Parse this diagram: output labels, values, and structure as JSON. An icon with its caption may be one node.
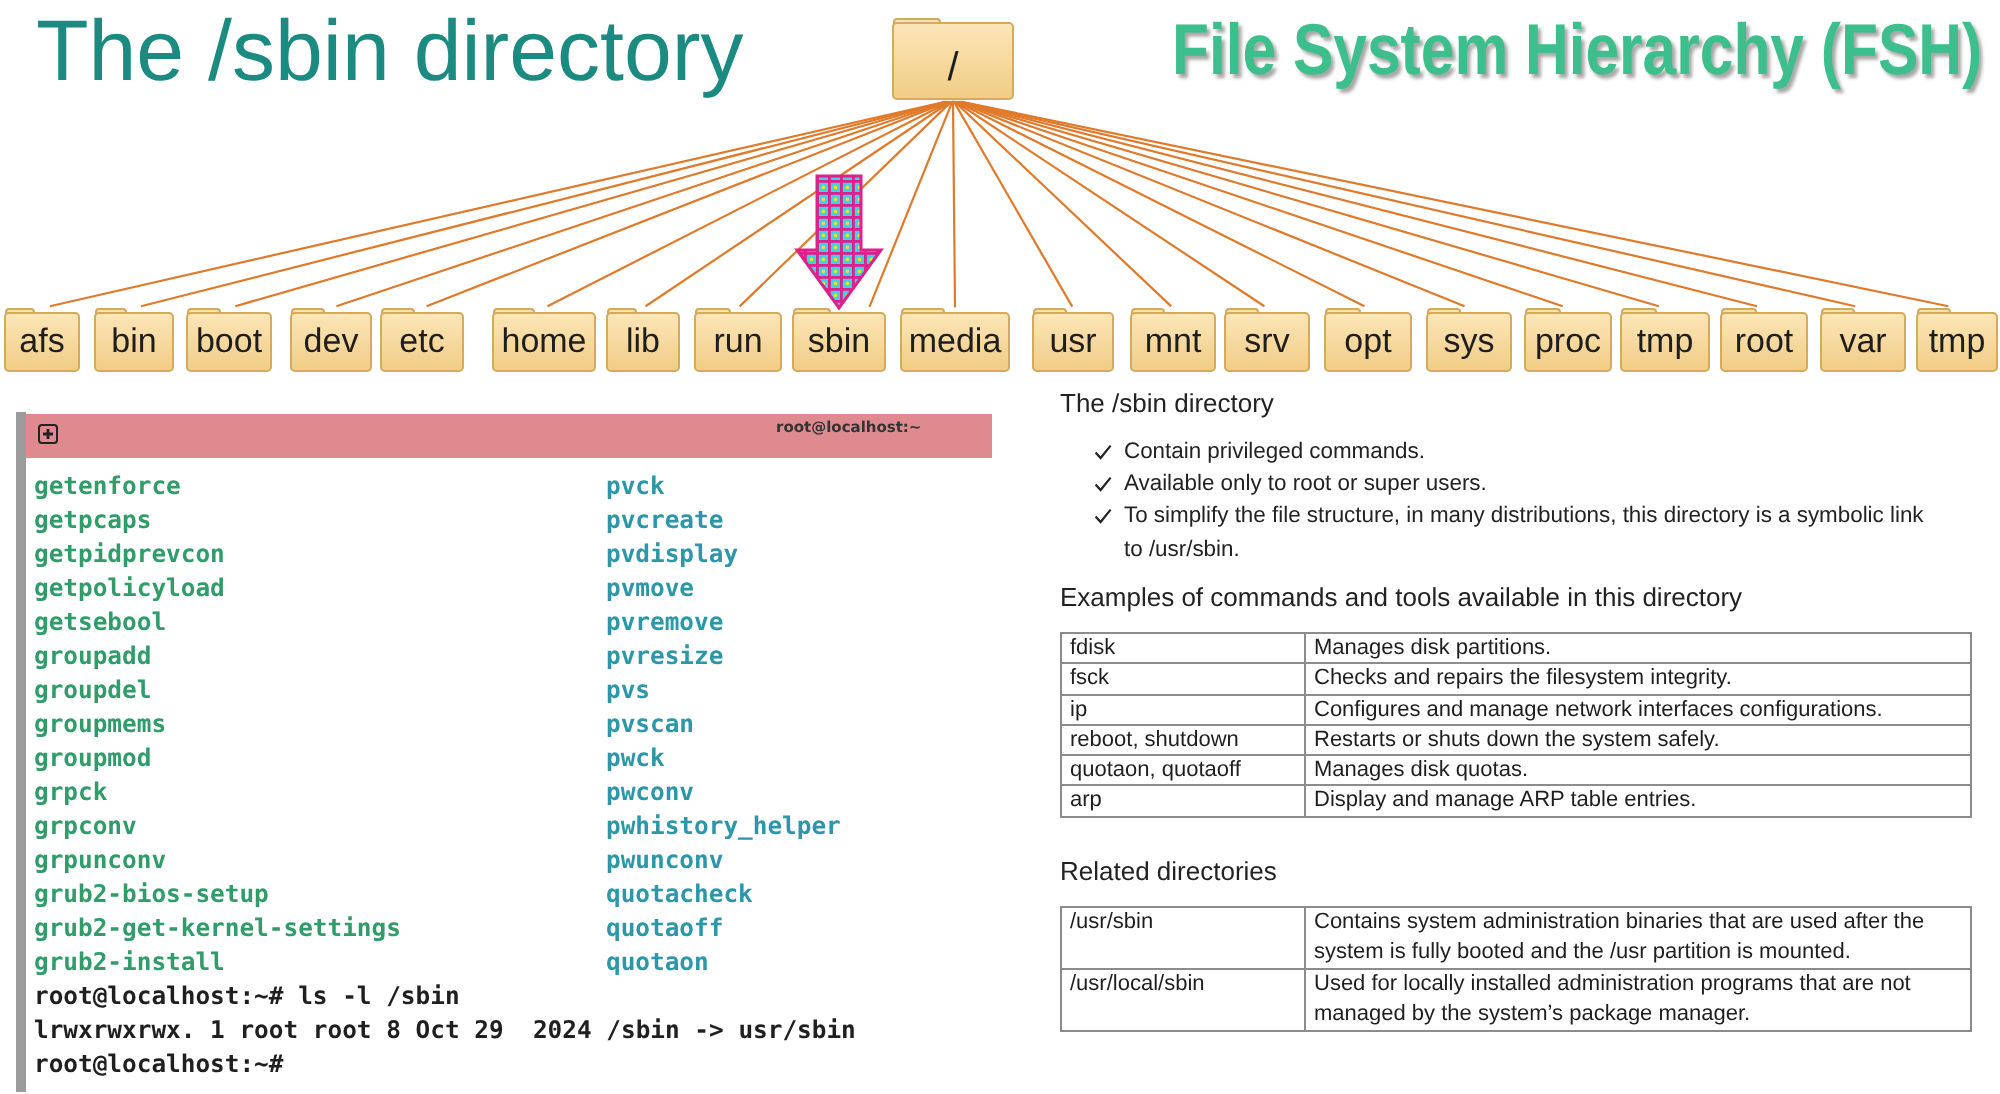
{
  "diagram": {
    "title": "The /sbin directory",
    "nodes": [
      {
        "text": [
          "/"
        ]
      },
      {
        "text": [
          "afs"
        ]
      },
      {
        "text": [
          "bin"
        ]
      },
      {
        "text": [
          "boot"
        ]
      },
      {
        "text": [
          "dev"
        ]
      },
      {
        "text": [
          "etc"
        ]
      },
      {
        "text": [
          "home"
        ]
      },
      {
        "text": [
          "lib"
        ]
      },
      {
        "text": [
          "run"
        ]
      },
      {
        "text": [
          "sbin"
        ]
      },
      {
        "text": [
          "media"
        ]
      },
      {
        "text": [
          "usr"
        ]
      },
      {
        "text": [
          "mnt"
        ]
      },
      {
        "text": [
          "srv"
        ]
      },
      {
        "text": [
          "opt"
        ]
      },
      {
        "text": [
          "sys"
        ]
      },
      {
        "text": [
          "proc"
        ]
      },
      {
        "text": [
          "tmp"
        ]
      },
      {
        "text": [
          "root"
        ]
      },
      {
        "text": [
          "var"
        ]
      },
      {
        "text": [
          "tmp"
        ]
      }
    ],
    "edges": [
      {
        "from": 0,
        "to": 1,
        "arrow": "none"
      },
      {
        "from": 0,
        "to": 2,
        "arrow": "none"
      },
      {
        "from": 0,
        "to": 3,
        "arrow": "none"
      },
      {
        "from": 0,
        "to": 4,
        "arrow": "none"
      },
      {
        "from": 0,
        "to": 5,
        "arrow": "none"
      },
      {
        "from": 0,
        "to": 6,
        "arrow": "none"
      },
      {
        "from": 0,
        "to": 7,
        "arrow": "none"
      },
      {
        "from": 0,
        "to": 8,
        "arrow": "none"
      },
      {
        "from": 0,
        "to": 9,
        "arrow": "none"
      },
      {
        "from": 0,
        "to": 10,
        "arrow": "none"
      },
      {
        "from": 0,
        "to": 11,
        "arrow": "none"
      },
      {
        "from": 0,
        "to": 12,
        "arrow": "none"
      },
      {
        "from": 0,
        "to": 13,
        "arrow": "none"
      },
      {
        "from": 0,
        "to": 14,
        "arrow": "none"
      },
      {
        "from": 0,
        "to": 15,
        "arrow": "none"
      },
      {
        "from": 0,
        "to": 16,
        "arrow": "none"
      },
      {
        "from": 0,
        "to": 17,
        "arrow": "none"
      },
      {
        "from": 0,
        "to": 18,
        "arrow": "none"
      },
      {
        "from": 0,
        "to": 19,
        "arrow": "none"
      },
      {
        "from": 0,
        "to": 20,
        "arrow": "none"
      },
      {
        "from": null,
        "to": 9,
        "arrow": "to",
        "style": "thick",
        "color": "#e0208a"
      }
    ],
    "labels": [
      "File System Hierarchy (FSH)",
      "root@localhost:~",
      "getenforce",
      "pvck",
      "getpcaps",
      "pvcreate",
      "getpidprevcon",
      "pvdisplay",
      "getpolicyload",
      "pvmove",
      "getsebool",
      "pvremove",
      "groupadd",
      "pvresize",
      "groupdel",
      "pvs",
      "groupmems",
      "pvscan",
      "groupmod",
      "pwck",
      "grpck",
      "pwconv",
      "grpconv",
      "pwhistory_helper",
      "grpunconv",
      "pwunconv",
      "grub2-bios-setup",
      "quotacheck",
      "grub2-get-kernel-settings",
      "quotaoff",
      "grub2-install",
      "quotaon",
      "root@localhost:~# ls -l /sbin",
      "lrwxrwxrwx. 1 root root 8 Oct 29  2024 /sbin -> usr/sbin",
      "root@localhost:~#",
      "The /sbin directory",
      "Contain privileged commands.",
      "Available only to root or super users.",
      "To simplify the file structure, in many distributions, this directory is a symbolic link to /usr/sbin.",
      "Examples of commands and tools available in this directory",
      "fdisk",
      "Manages disk partitions.",
      "fsck",
      "Checks and repairs the filesystem integrity.",
      "ip",
      "Configures and manage network interfaces configurations.",
      "reboot, shutdown",
      "Restarts or shuts down the system safely.",
      "quotaon, quotaoff",
      "Manages disk quotas.",
      "arp",
      "Display and manage ARP table entries.",
      "Related directories",
      "/usr/sbin",
      "Contains system administration binaries that are used after the system is fully booted and the /usr partition is mounted.",
      "/usr/local/sbin",
      "Used for locally installed administration programs that are not managed by the system’s package manager."
    ]
  }
}
